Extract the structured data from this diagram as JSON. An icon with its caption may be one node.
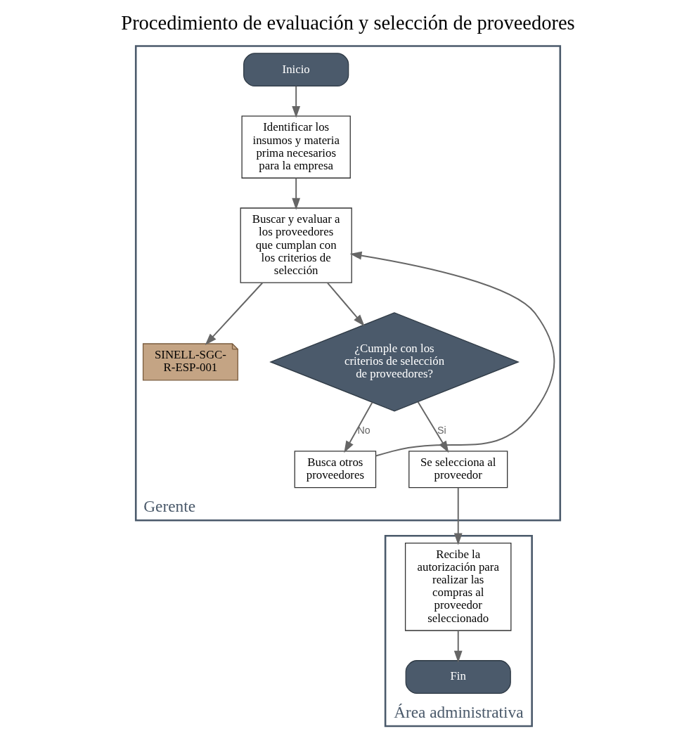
{
  "diagram": {
    "title": "Procedimiento de evaluación y selección de proveedores",
    "nodes": [
      {
        "text": [
          "Gerente"
        ]
      },
      {
        "text": [
          "Inicio"
        ],
        "in": 0
      },
      {
        "text": [
          "Identificar los insumos y materia prima necesarios para la empresa"
        ],
        "in": 0
      },
      {
        "text": [
          "Buscar y evaluar a los proveedores que cumplan con los criterios de selección"
        ],
        "in": 0
      },
      {
        "text": [
          "SINELL-SGC-R-ESP-001"
        ],
        "in": 0
      },
      {
        "text": [
          "¿Cumple con los criterios de selección de proveedores?"
        ],
        "in": 0
      },
      {
        "text": [
          "Busca otros proveedores"
        ],
        "in": 0
      },
      {
        "text": [
          "Se selecciona al proveedor"
        ],
        "in": 0
      },
      {
        "text": [
          "Área administrativa"
        ]
      },
      {
        "text": [
          "Recibe la autorización para realizar las compras al proveedor seleccionado"
        ],
        "in": 8
      },
      {
        "text": [
          "Fin"
        ],
        "in": 8
      }
    ],
    "edges": [
      {
        "from": 1,
        "to": 2,
        "arrow": "to"
      },
      {
        "from": 2,
        "to": 3,
        "arrow": "to"
      },
      {
        "from": 3,
        "to": 4,
        "arrow": "to"
      },
      {
        "from": 3,
        "to": 5,
        "arrow": "to"
      },
      {
        "from": 5,
        "to": 6,
        "label": "No",
        "arrow": "to"
      },
      {
        "from": 6,
        "to": 3,
        "arrow": "to"
      },
      {
        "from": 5,
        "to": 7,
        "label": "Si",
        "arrow": "to"
      },
      {
        "from": 7,
        "to": 9,
        "arrow": "to"
      },
      {
        "from": 9,
        "to": 10,
        "arrow": "to"
      }
    ]
  }
}
